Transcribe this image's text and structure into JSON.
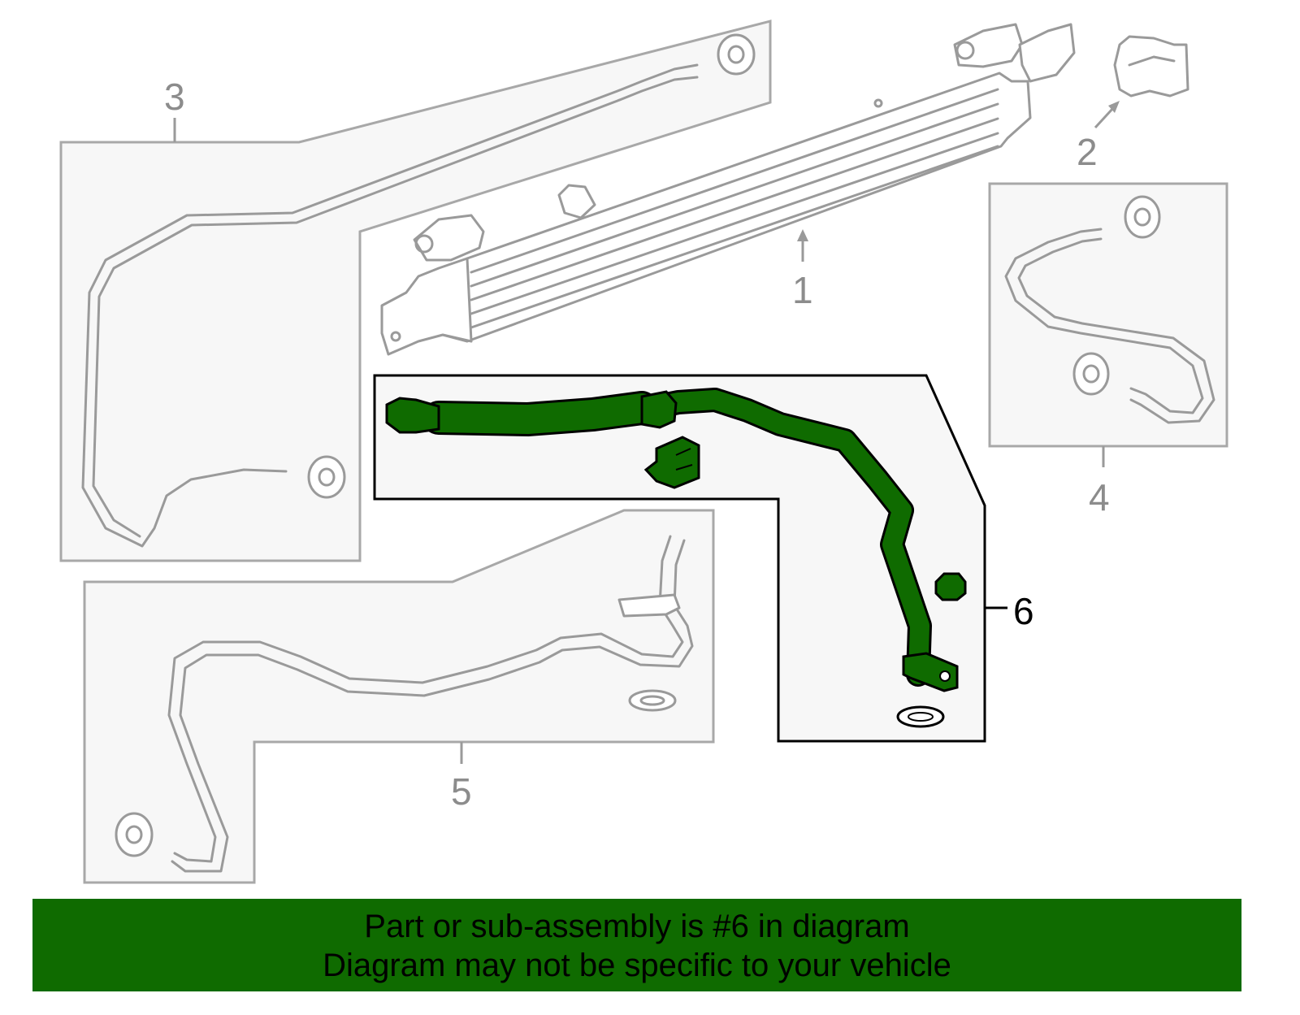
{
  "callouts": {
    "c1": "1",
    "c2": "2",
    "c3": "3",
    "c4": "4",
    "c5": "5",
    "c6": "6"
  },
  "highlight_color": "#0f6b00",
  "banner": {
    "line1": "Part or sub-assembly is #6 in diagram",
    "line2": "Diagram may not be specific to your vehicle"
  }
}
